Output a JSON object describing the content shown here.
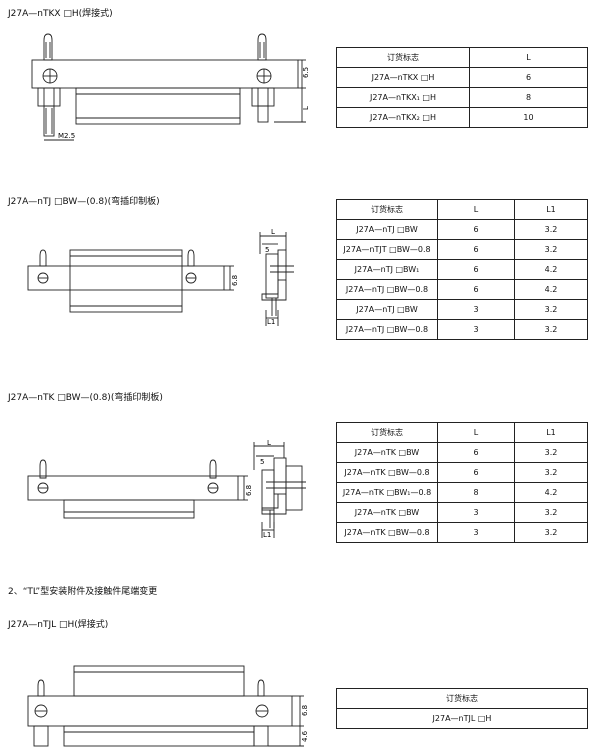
{
  "sections": [
    {
      "title": "J27A—nTKX □H(焊接式)",
      "dim_labels": [
        "6.5",
        "L",
        "M2.5"
      ],
      "table": {
        "headers": [
          "订货标志",
          "L"
        ],
        "rows": [
          [
            "J27A—nTKX □H",
            "6"
          ],
          [
            "J27A—nTKX₁ □H",
            "8"
          ],
          [
            "J27A—nTKX₂ □H",
            "10"
          ]
        ]
      }
    },
    {
      "title": "J27A—nTJ □BW—(0.8)(弯插印制板)",
      "dim_labels": [
        "6.8",
        "L",
        "5",
        "L1"
      ],
      "table": {
        "headers": [
          "订货标志",
          "L",
          "L1"
        ],
        "rows": [
          [
            "J27A—nTJ □BW",
            "6",
            "3.2"
          ],
          [
            "J27A—nTJT □BW—0.8",
            "6",
            "3.2"
          ],
          [
            "J27A—nTJ □BW₁",
            "6",
            "4.2"
          ],
          [
            "J27A—nTJ □BW—0.8",
            "6",
            "4.2"
          ],
          [
            "J27A—nTJ □BW",
            "3",
            "3.2"
          ],
          [
            "J27A—nTJ □BW—0.8",
            "3",
            "3.2"
          ]
        ]
      }
    },
    {
      "title": "J27A—nTK □BW—(0.8)(弯插印制板)",
      "dim_labels": [
        "6.8",
        "L",
        "5",
        "L1"
      ],
      "table": {
        "headers": [
          "订货标志",
          "L",
          "L1"
        ],
        "rows": [
          [
            "J27A—nTK □BW",
            "6",
            "3.2"
          ],
          [
            "J27A—nTK □BW—0.8",
            "6",
            "3.2"
          ],
          [
            "J27A—nTK □BW₁—0.8",
            "8",
            "4.2"
          ],
          [
            "J27A—nTK □BW",
            "3",
            "3.2"
          ],
          [
            "J27A—nTK □BW—0.8",
            "3",
            "3.2"
          ]
        ]
      }
    }
  ],
  "heading2": "2、“TL”型安装附件及接触件尾端变更",
  "section4": {
    "title": "J27A—nTJL □H(焊接式)",
    "dim_labels": [
      "6.8",
      "4.6"
    ],
    "table": {
      "headers": [
        "订货标志"
      ],
      "rows": [
        [
          "J27A—nTJL □H"
        ]
      ]
    }
  }
}
